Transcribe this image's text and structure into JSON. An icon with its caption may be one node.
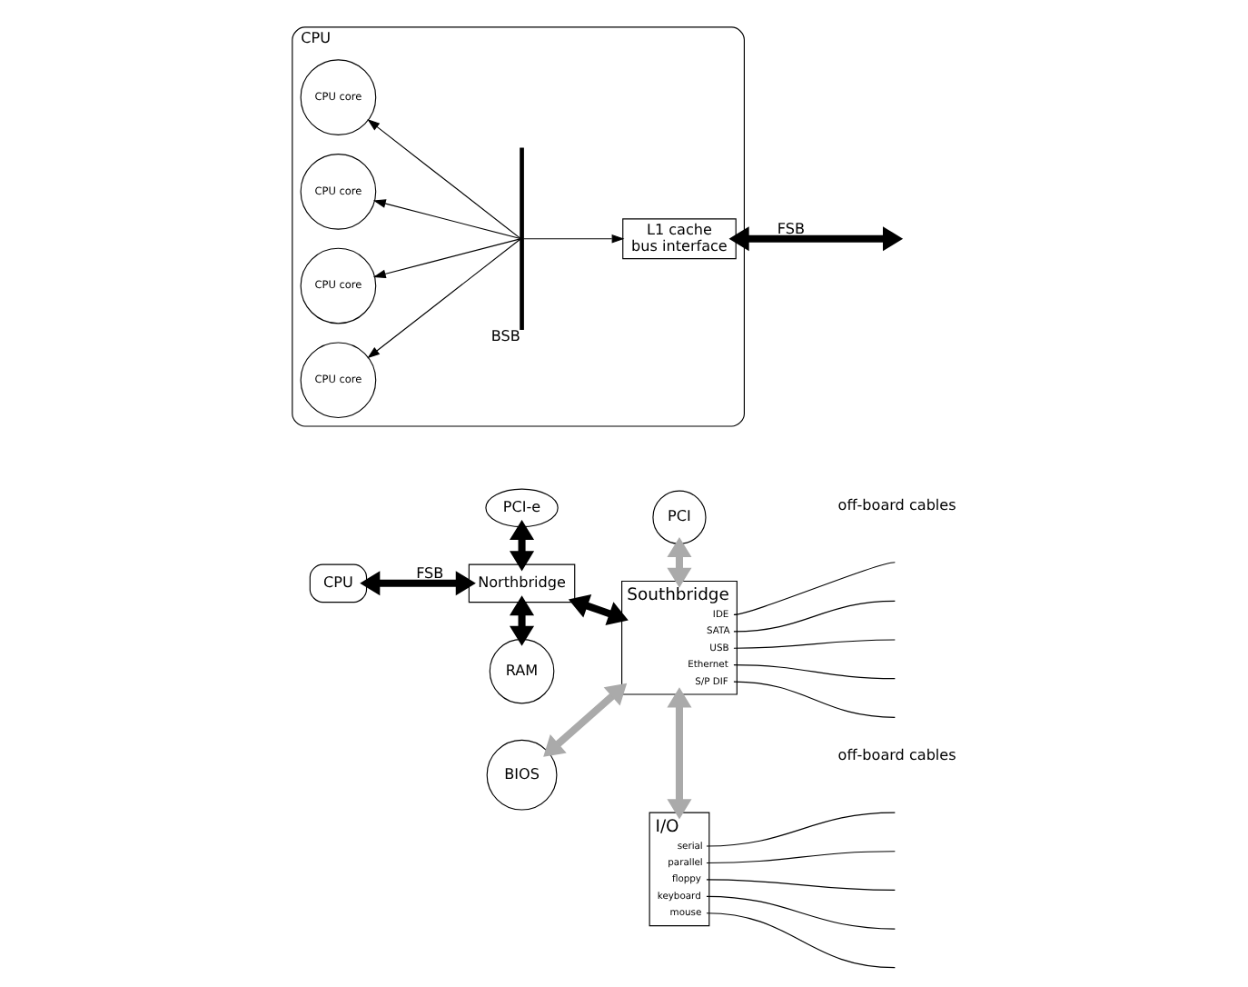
{
  "diagram": {
    "nodes": [
      {
        "text": [
          "CPU"
        ]
      },
      {
        "text": [
          "Northbridge"
        ]
      },
      {
        "text": [
          "PCI-e"
        ]
      },
      {
        "text": [
          "RAM"
        ]
      },
      {
        "text": [
          "Southbridge",
          "IDE",
          "SATA",
          "USB",
          "Ethernet",
          "S/P DIF"
        ]
      },
      {
        "text": [
          "PCI"
        ]
      },
      {
        "text": [
          "BIOS"
        ]
      },
      {
        "text": [
          "I/O",
          "serial",
          "parallel",
          "floppy",
          "keyboard",
          "mouse"
        ]
      },
      {
        "text": [
          "CPU"
        ]
      },
      {
        "text": [
          "CPU core"
        ],
        "in": 8
      },
      {
        "text": [
          "CPU core"
        ],
        "in": 8
      },
      {
        "text": [
          "CPU core"
        ],
        "in": 8
      },
      {
        "text": [
          "CPU core"
        ],
        "in": 8
      },
      {
        "text": [],
        "shape": "bar",
        "in": 8,
        "beside": [
          "BSB"
        ]
      },
      {
        "text": [
          "L1 cache",
          "bus interface"
        ],
        "in": 8
      }
    ],
    "edges": [
      {
        "from": 0,
        "to": 1,
        "arrow": "both",
        "label": "FSB",
        "style": "thick"
      },
      {
        "from": 2,
        "to": 1,
        "arrow": "both",
        "style": "thick"
      },
      {
        "from": 1,
        "to": 3,
        "arrow": "both",
        "style": "thick"
      },
      {
        "from": 1,
        "to": 4,
        "arrow": "both",
        "style": "thick"
      },
      {
        "from": 5,
        "to": 4,
        "arrow": "both",
        "style": "thick",
        "color": "#aaaaaa"
      },
      {
        "from": 6,
        "to": 4,
        "arrow": "both",
        "style": "thick",
        "color": "#aaaaaa"
      },
      {
        "from": 7,
        "to": 4,
        "arrow": "both",
        "style": "thick",
        "color": "#aaaaaa"
      },
      {
        "from": 4,
        "to": null,
        "arrow": "none"
      },
      {
        "from": 4,
        "to": null,
        "arrow": "none"
      },
      {
        "from": 4,
        "to": null,
        "arrow": "none"
      },
      {
        "from": 4,
        "to": null,
        "arrow": "none"
      },
      {
        "from": 4,
        "to": null,
        "arrow": "none"
      },
      {
        "from": 7,
        "to": null,
        "arrow": "none"
      },
      {
        "from": 7,
        "to": null,
        "arrow": "none"
      },
      {
        "from": 7,
        "to": null,
        "arrow": "none"
      },
      {
        "from": 7,
        "to": null,
        "arrow": "none"
      },
      {
        "from": 7,
        "to": null,
        "arrow": "none"
      },
      {
        "from": 13,
        "to": 9,
        "arrow": "to"
      },
      {
        "from": 13,
        "to": 10,
        "arrow": "to"
      },
      {
        "from": 13,
        "to": 11,
        "arrow": "to"
      },
      {
        "from": 13,
        "to": 12,
        "arrow": "to"
      },
      {
        "from": 13,
        "to": 14,
        "arrow": "to"
      },
      {
        "from": 14,
        "to": null,
        "arrow": "both",
        "label": "FSB",
        "style": "thick"
      }
    ],
    "labels": [
      "off-board cables",
      "off-board cables"
    ]
  }
}
